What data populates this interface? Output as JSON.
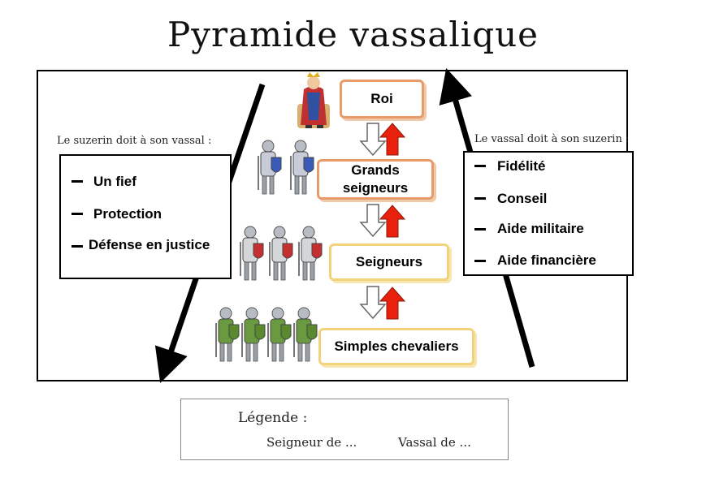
{
  "title": "Pyramide vassalique",
  "left_panel": {
    "caption": "Le suzerin doit à son vassal :",
    "items": [
      "Un fief",
      "Protection",
      "Défense en justice"
    ]
  },
  "right_panel": {
    "caption": "Le vassal doit à son suzerin :",
    "items": [
      "Fidélité",
      "Conseil",
      "Aide militaire",
      "Aide financière"
    ]
  },
  "levels": [
    {
      "label": "Roi"
    },
    {
      "label": "Grands seigneurs"
    },
    {
      "label": "Seigneurs"
    },
    {
      "label": "Simples chevaliers"
    }
  ],
  "figures_per_level": [
    1,
    2,
    3,
    4
  ],
  "legend": {
    "title": "Légende :",
    "white_arrow_label": "Seigneur de ...",
    "red_arrow_label": "Vassal de ..."
  },
  "colors": {
    "seigneur_arrow": "#ffffff",
    "vassal_arrow": "#e8200c",
    "level_border_orange": "#e89a6a",
    "level_border_yellow": "#f2d27a"
  },
  "icons": [
    "king-figure-icon",
    "lord-figure-icon",
    "knight-figure-icon"
  ]
}
